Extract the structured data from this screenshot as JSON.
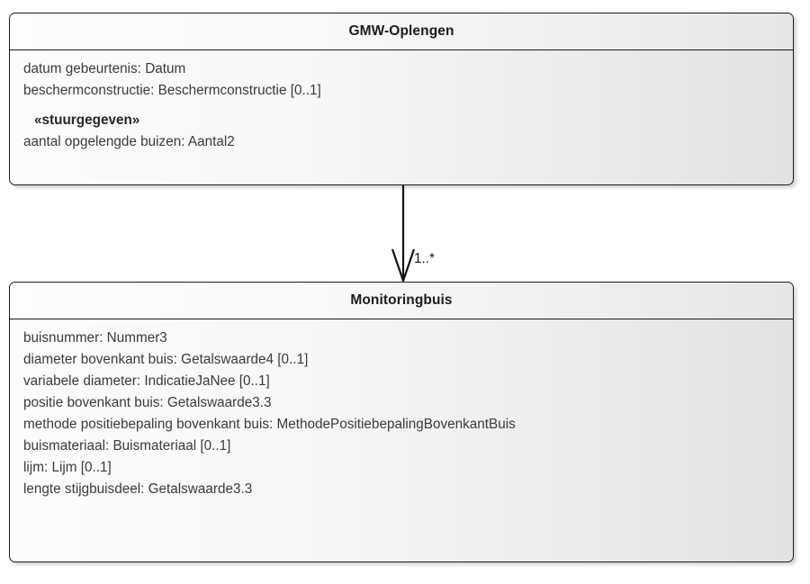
{
  "diagram": {
    "type": "uml-class-diagram",
    "classes": [
      {
        "id": "gmw-oplengen",
        "name": "GMW-Oplengen",
        "attributes": [
          {
            "text": "datum gebeurtenis: Datum",
            "stereotype": false
          },
          {
            "text": "beschermconstructie: Beschermconstructie [0..1]",
            "stereotype": false
          },
          {
            "text": "«stuurgegeven»",
            "stereotype": true
          },
          {
            "text": "aantal opgelengde buizen: Aantal2",
            "stereotype": false
          }
        ]
      },
      {
        "id": "monitoringbuis",
        "name": "Monitoringbuis",
        "attributes": [
          {
            "text": "buisnummer: Nummer3",
            "stereotype": false
          },
          {
            "text": "diameter bovenkant buis: Getalswaarde4 [0..1]",
            "stereotype": false
          },
          {
            "text": "variabele diameter: IndicatieJaNee [0..1]",
            "stereotype": false
          },
          {
            "text": "positie bovenkant buis: Getalswaarde3.3",
            "stereotype": false
          },
          {
            "text": "methode positiebepaling bovenkant buis: MethodePositiebepalingBovenkantBuis",
            "stereotype": false
          },
          {
            "text": "buismateriaal: Buismateriaal [0..1]",
            "stereotype": false
          },
          {
            "text": "lijm: Lijm [0..1]",
            "stereotype": false
          },
          {
            "text": "lengte stijgbuisdeel: Getalswaarde3.3",
            "stereotype": false
          }
        ]
      }
    ],
    "relationship": {
      "kind": "composition-navigable-association",
      "source": "GMW-Oplengen",
      "target": "Monitoringbuis",
      "target_multiplicity": "1..*",
      "arrow_style": "open-arrowhead"
    },
    "colors": {
      "border": "#1a1a1a",
      "title_text": "#1b1b1b",
      "attribute_text": "#3a3a3a",
      "fill_light": "#fcfcfc",
      "fill_dark": "#e2e2e2",
      "canvas_background": "#ffffff"
    }
  }
}
